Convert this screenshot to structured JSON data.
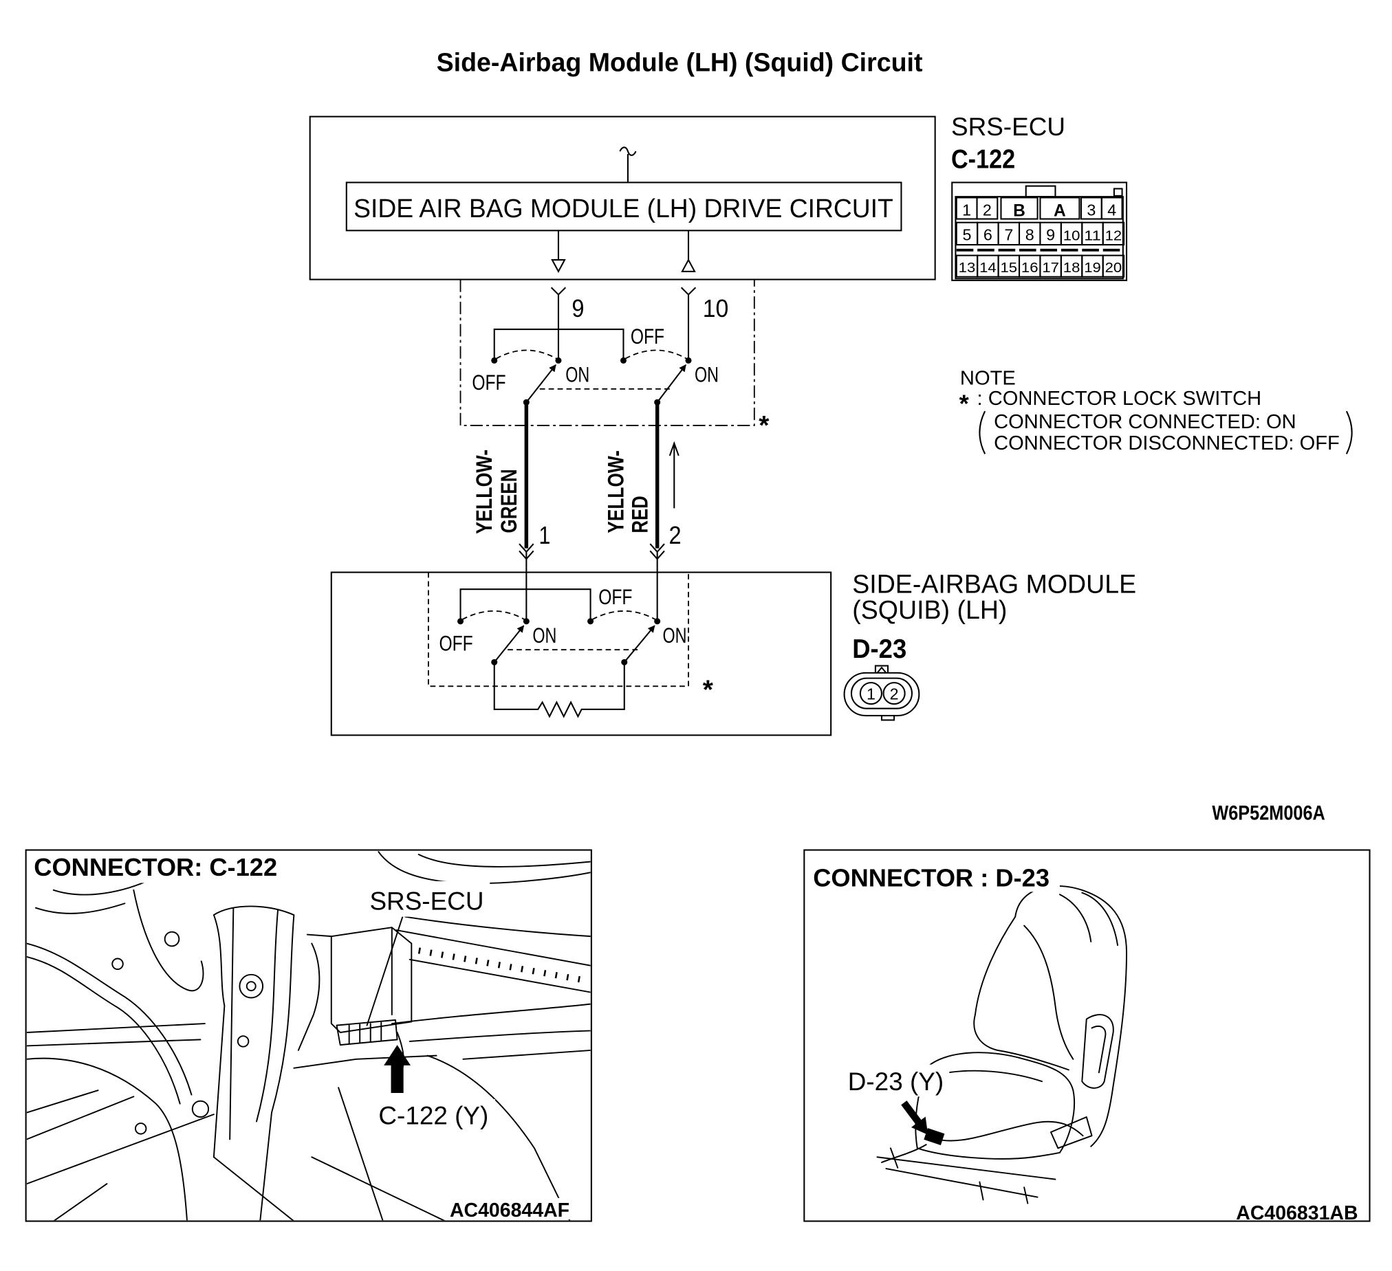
{
  "title": "Side-Airbag Module (LH) (Squid) Circuit",
  "srs_ecu": {
    "name": "SRS-ECU",
    "connector": "C-122",
    "drive_circuit": "SIDE AIR BAG MODULE (LH) DRIVE CIRCUIT",
    "terminals": [
      "9",
      "10"
    ],
    "lock_switch": {
      "left_off": "OFF",
      "left_on": "ON",
      "right_off": "OFF",
      "right_on": "ON"
    },
    "lock_mark": "*",
    "connector_pins": {
      "row1": [
        "1",
        "2",
        "B",
        "A",
        "3",
        "4"
      ],
      "row2": [
        "5",
        "6",
        "7",
        "8",
        "9",
        "10",
        "11",
        "12"
      ],
      "row3": [
        "13",
        "14",
        "15",
        "16",
        "17",
        "18",
        "19",
        "20"
      ]
    }
  },
  "wires": [
    {
      "color_line1": "YELLOW-",
      "color_line2": "GREEN",
      "terminal": "1"
    },
    {
      "color_line1": "YELLOW-",
      "color_line2": "RED",
      "terminal": "2"
    }
  ],
  "side_airbag_module": {
    "name_line1": "SIDE-AIRBAG MODULE",
    "name_line2": "(SQUIB) (LH)",
    "connector": "D-23",
    "connector_pins": [
      "1",
      "2"
    ],
    "lock_switch": {
      "left_off": "OFF",
      "left_on": "ON",
      "right_off": "OFF",
      "right_on": "ON"
    },
    "lock_mark": "*"
  },
  "note": {
    "heading": "NOTE",
    "mark": "*",
    "lock_switch": ": CONNECTOR LOCK SWITCH",
    "connected": "CONNECTOR CONNECTED: ON",
    "disconnected": "CONNECTOR DISCONNECTED: OFF"
  },
  "diagram_code": "W6P52M006A",
  "location_views": [
    {
      "heading": "CONNECTOR: C-122",
      "component": "SRS-ECU",
      "callout": "C-122 (Y)",
      "figure_code": "AC406844AF"
    },
    {
      "heading": "CONNECTOR : D-23",
      "callout": "D-23 (Y)",
      "figure_code": "AC406831AB"
    }
  ]
}
